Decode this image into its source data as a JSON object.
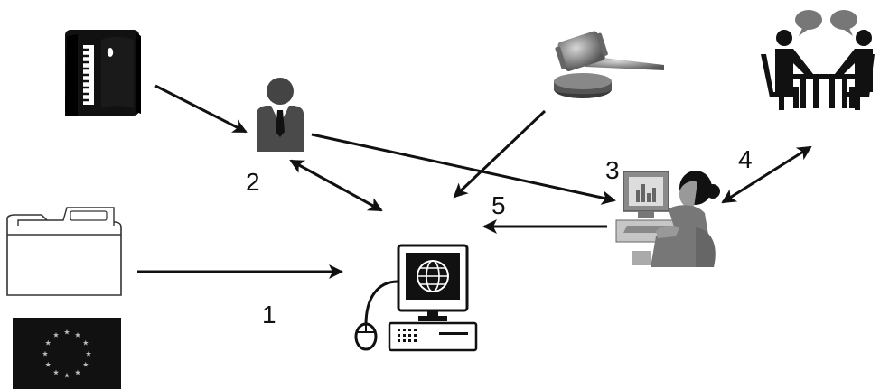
{
  "diagram": {
    "labels": {
      "step1": "1",
      "step2": "2",
      "step3": "3",
      "step4": "4",
      "step5": "5"
    },
    "icons": [
      "document-binder-icon",
      "businessman-icon",
      "gavel-icon",
      "meeting-table-icon",
      "folder-icon",
      "eu-flag-icon",
      "computer-web-icon",
      "analyst-at-computer-icon"
    ],
    "colors": {
      "ink": "#111111",
      "gray": "#6b6b6b",
      "light_gray": "#b8b8b8"
    }
  }
}
